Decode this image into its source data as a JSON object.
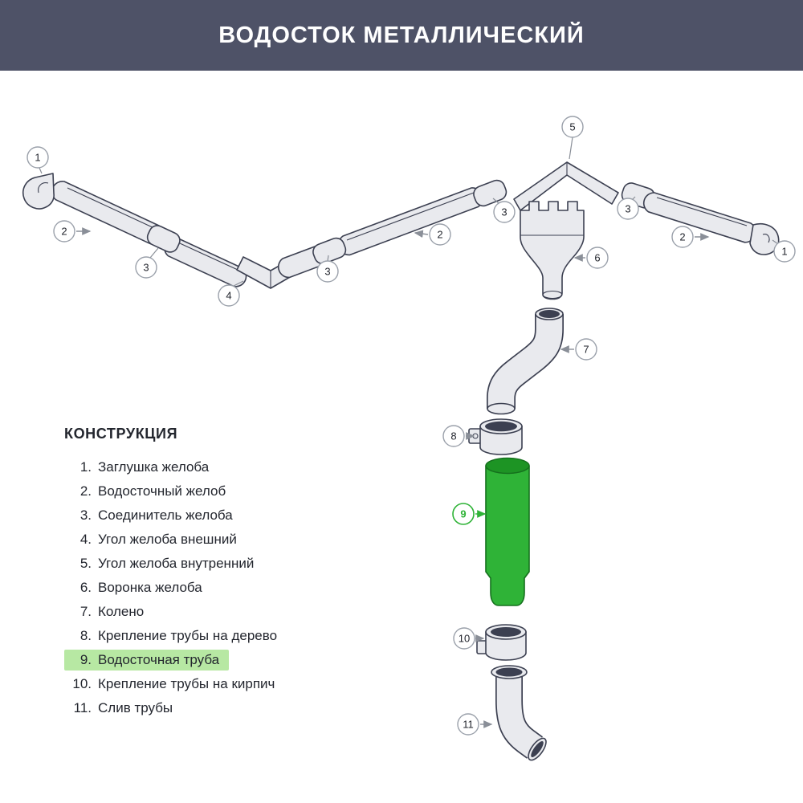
{
  "header": {
    "title": "ВОДОСТОК МЕТАЛЛИЧЕСКИЙ"
  },
  "legend": {
    "title": "КОНСТРУКЦИЯ",
    "items": [
      {
        "num": "1.",
        "label": "Заглушка желоба",
        "highlighted": false
      },
      {
        "num": "2.",
        "label": "Водосточный желоб",
        "highlighted": false
      },
      {
        "num": "3.",
        "label": "Соединитель желоба",
        "highlighted": false
      },
      {
        "num": "4.",
        "label": "Угол желоба внешний",
        "highlighted": false
      },
      {
        "num": "5.",
        "label": "Угол желоба внутренний",
        "highlighted": false
      },
      {
        "num": "6.",
        "label": "Воронка желоба",
        "highlighted": false
      },
      {
        "num": "7.",
        "label": "Колено",
        "highlighted": false
      },
      {
        "num": "8.",
        "label": "Крепление трубы на дерево",
        "highlighted": false
      },
      {
        "num": "9.",
        "label": "Водосточная труба",
        "highlighted": true
      },
      {
        "num": "10.",
        "label": "Крепление трубы на кирпич",
        "highlighted": false
      },
      {
        "num": "11.",
        "label": "Слив трубы",
        "highlighted": false
      }
    ]
  },
  "diagram": {
    "callouts": [
      {
        "part": "gutter-end-cap-left",
        "label": "1"
      },
      {
        "part": "gutter-left",
        "label": "2"
      },
      {
        "part": "gutter-connector-left",
        "label": "3"
      },
      {
        "part": "gutter-corner-outer",
        "label": "4"
      },
      {
        "part": "gutter-connector-middle",
        "label": "3"
      },
      {
        "part": "gutter-middle",
        "label": "2"
      },
      {
        "part": "gutter-connector-peak",
        "label": "3"
      },
      {
        "part": "gutter-corner-inner",
        "label": "5"
      },
      {
        "part": "gutter-connector-right",
        "label": "3"
      },
      {
        "part": "gutter-right",
        "label": "2"
      },
      {
        "part": "gutter-end-cap-right",
        "label": "1"
      },
      {
        "part": "funnel",
        "label": "6"
      },
      {
        "part": "elbow",
        "label": "7"
      },
      {
        "part": "pipe-bracket-wood",
        "label": "8"
      },
      {
        "part": "downpipe",
        "label": "9",
        "highlighted": true
      },
      {
        "part": "pipe-bracket-brick",
        "label": "10"
      },
      {
        "part": "pipe-outlet",
        "label": "11"
      }
    ]
  },
  "colors": {
    "header-bg": "#4e5267",
    "header-text": "#ffffff",
    "part-fill": "#e9eaee",
    "part-stroke": "#3c4051",
    "green": "#2fb337",
    "green-dark": "#1d9424",
    "green-stroke": "#15701d",
    "highlight": "#b7e8a3",
    "callout-stroke": "#9aa0aa",
    "text": "#23262e",
    "arrow": "#8a8f98"
  }
}
